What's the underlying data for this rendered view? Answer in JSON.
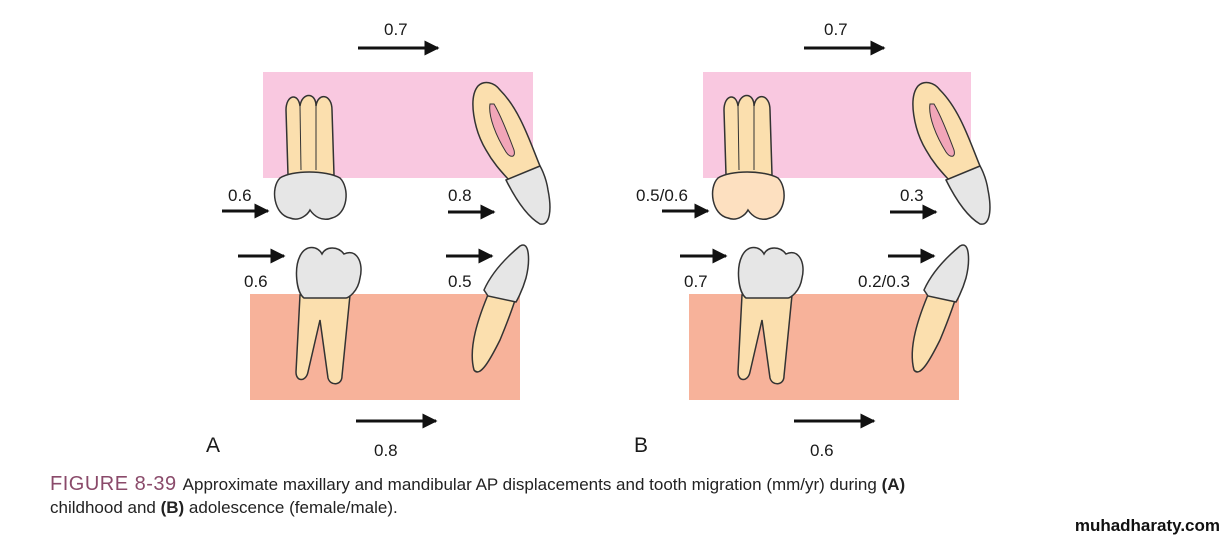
{
  "figure": {
    "panels": [
      {
        "id": "A",
        "letter": "A",
        "maxilla_label": "0.7",
        "mandible_label": "0.8",
        "upper_molar_label": "0.6",
        "upper_incisor_label": "0.8",
        "lower_molar_label": "0.6",
        "lower_incisor_label": "0.5"
      },
      {
        "id": "B",
        "letter": "B",
        "maxilla_label": "0.7",
        "mandible_label": "0.6",
        "upper_molar_label": "0.5/0.6",
        "upper_incisor_label": "0.3",
        "lower_molar_label": "0.7",
        "lower_incisor_label": "0.2/0.3"
      }
    ],
    "colors": {
      "maxilla_box": "#f9c8e0",
      "mandible_box": "#f7b29a",
      "tooth_root": "#fbdfae",
      "crown_gray": "#e6e6e6",
      "crown_peach": "#fde0c0",
      "pulp": "#f2a6b8"
    }
  },
  "caption": {
    "figure_number": "FIGURE 8-39",
    "part1": "Approximate maxillary and mandibular AP displacements and tooth migration (mm/yr) during ",
    "label_a": "(A)",
    "part2": " childhood and ",
    "label_b": "(B)",
    "part3": " adolescence (female/male)."
  },
  "watermark": "muhadharaty.com"
}
